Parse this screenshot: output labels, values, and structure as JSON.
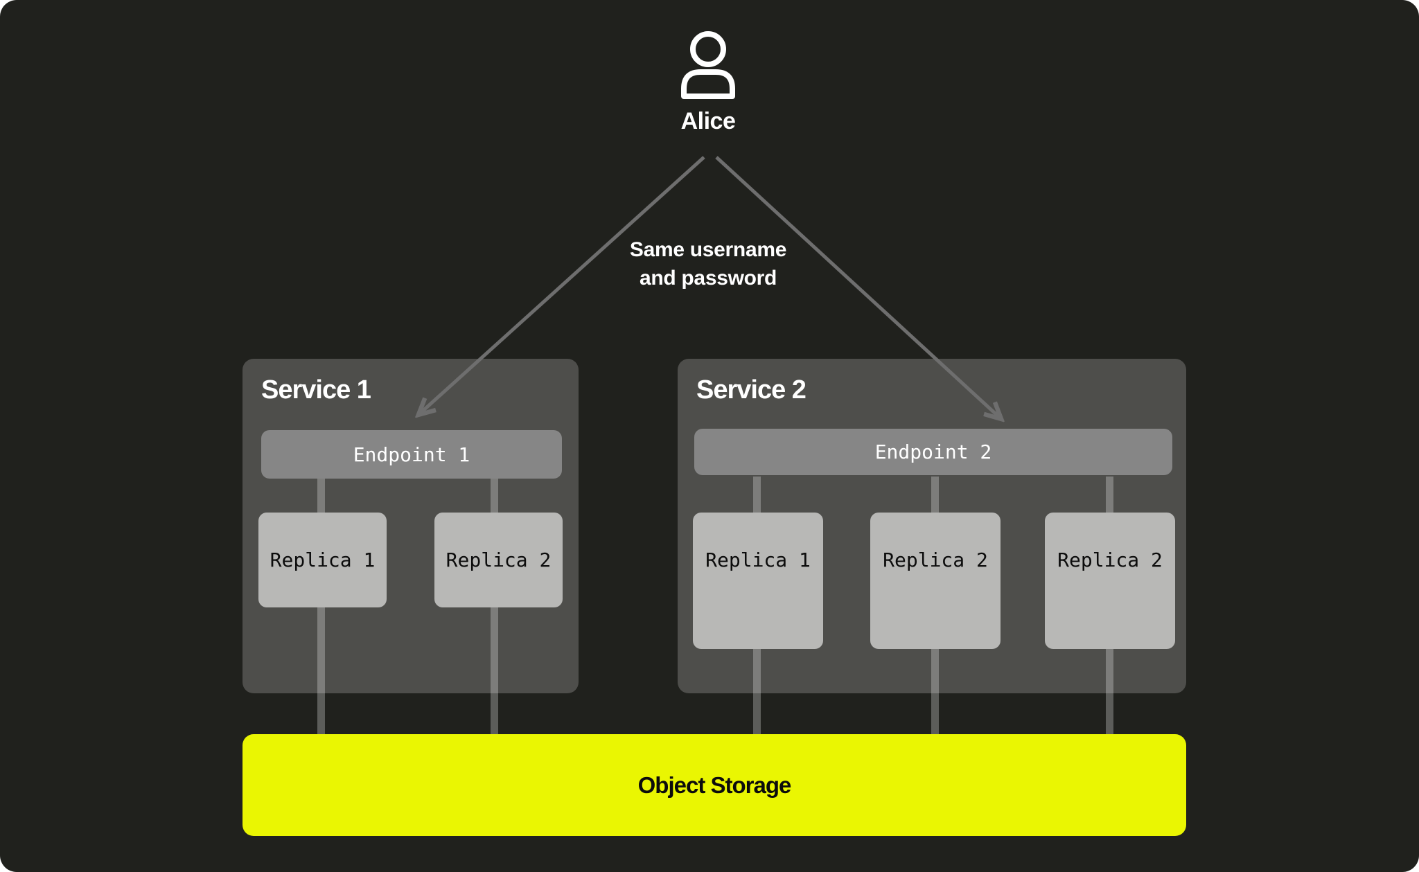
{
  "user": {
    "name": "Alice"
  },
  "connection_note": {
    "line1": "Same username",
    "line2": "and password"
  },
  "services": [
    {
      "title": "Service 1",
      "endpoint": "Endpoint 1",
      "replicas": [
        "Replica 1",
        "Replica 2"
      ]
    },
    {
      "title": "Service 2",
      "endpoint": "Endpoint 2",
      "replicas": [
        "Replica 1",
        "Replica 2",
        "Replica 2"
      ]
    }
  ],
  "storage": {
    "label": "Object Storage"
  },
  "icons": {
    "user": "person-icon"
  },
  "colors": {
    "background": "#20211d",
    "service_box": "#4e4e4b",
    "endpoint_bar": "#868686",
    "replica_box": "#b8b8b6",
    "storage_bar": "#eaf602",
    "arrow": "#6e6e6e",
    "text_light": "#ffffff",
    "text_dark": "#0c0c0c"
  }
}
